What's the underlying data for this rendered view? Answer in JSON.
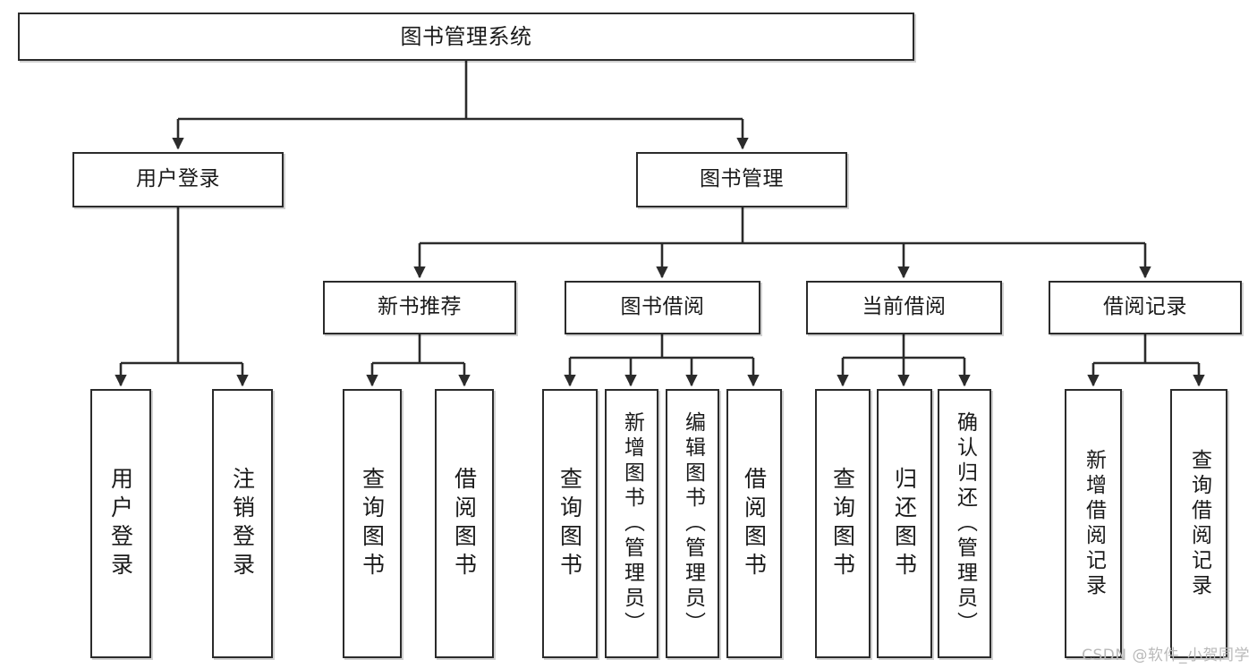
{
  "diagram": {
    "title": "图书管理系统",
    "root": {
      "label": "图书管理系统"
    },
    "level2": [
      {
        "label": "用户登录"
      },
      {
        "label": "图书管理"
      }
    ],
    "level3": [
      {
        "label": "新书推荐"
      },
      {
        "label": "图书借阅"
      },
      {
        "label": "当前借阅"
      },
      {
        "label": "借阅记录"
      }
    ],
    "leaves": {
      "user_login": [
        {
          "label": "用户登录"
        },
        {
          "label": "注销登录"
        }
      ],
      "new_book": [
        {
          "label": "查询图书"
        },
        {
          "label": "借阅图书"
        }
      ],
      "book_borrow": [
        {
          "label": "查询图书"
        },
        {
          "label": "新增图书（管理员）"
        },
        {
          "label": "编辑图书（管理员）"
        },
        {
          "label": "借阅图书"
        }
      ],
      "current_borrow": [
        {
          "label": "查询图书"
        },
        {
          "label": "归还图书"
        },
        {
          "label": "确认归还（管理员）"
        }
      ],
      "borrow_record": [
        {
          "label": "新增借阅记录"
        },
        {
          "label": "查询借阅记录"
        }
      ]
    }
  },
  "watermark": {
    "text": "CSDN @软件_小贺同学"
  },
  "colors": {
    "stroke": "#2b2b2b",
    "background": "#ffffff",
    "text": "#1a1a1a",
    "watermark": "#b9b9b9"
  }
}
